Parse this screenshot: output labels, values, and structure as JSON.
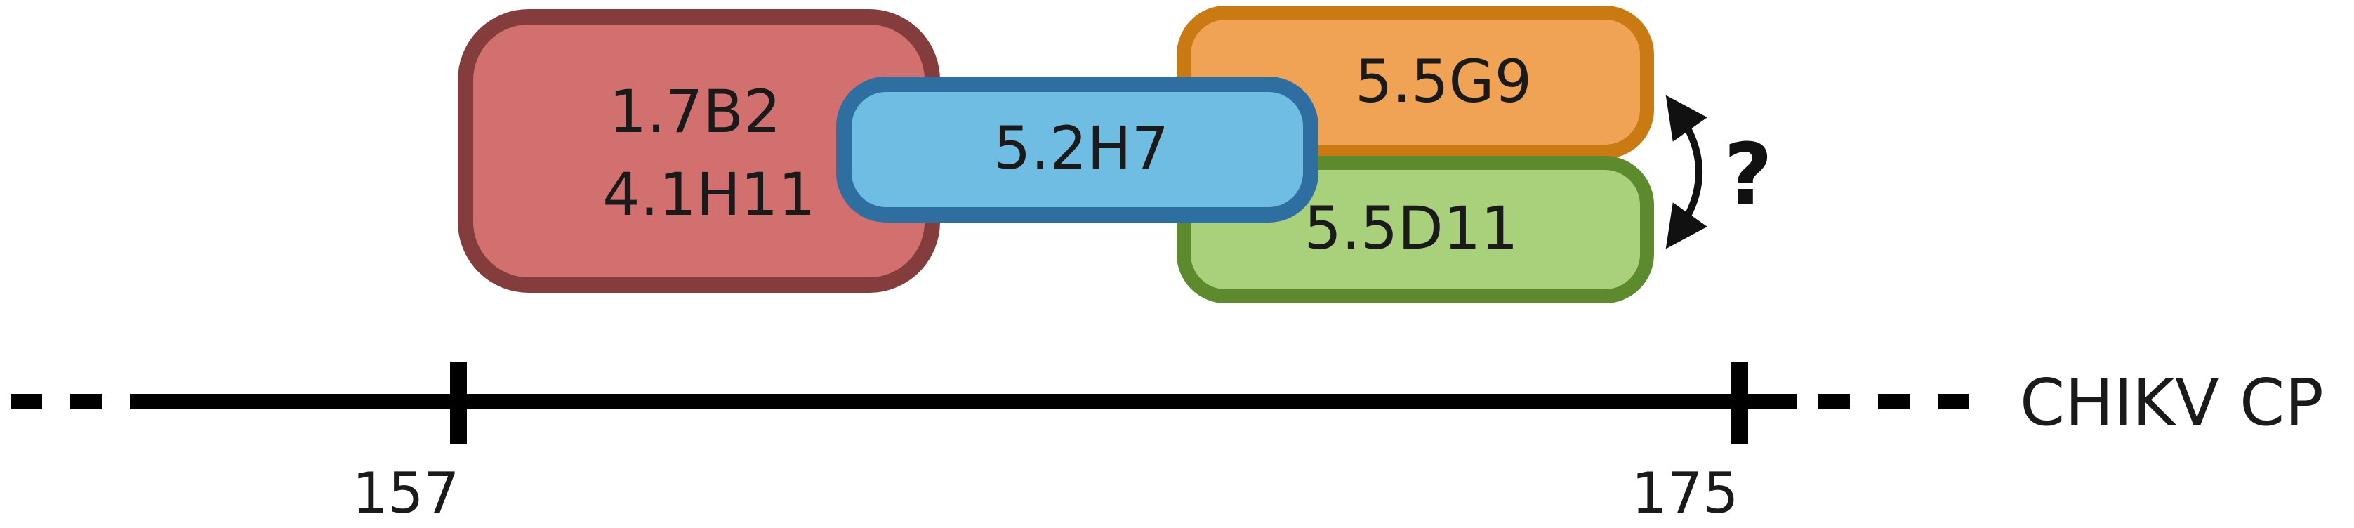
{
  "epitopes": {
    "red_box": {
      "line1": "1.7B2",
      "line2": "4.1H11",
      "fill": "#d27070",
      "stroke": "#843c3c"
    },
    "blue_box": {
      "label": "5.2H7",
      "fill": "#6fbde3",
      "stroke": "#2f6ea0"
    },
    "orange_box": {
      "label": "5.5G9",
      "fill": "#f0a354",
      "stroke": "#c97a12"
    },
    "green_box": {
      "label": "5.5D11",
      "fill": "#a9d07a",
      "stroke": "#5e8a2e"
    }
  },
  "question_mark": "?",
  "axis": {
    "name": "CHIKV CP",
    "start_label": "157",
    "end_label": "175",
    "color": "#000000"
  }
}
